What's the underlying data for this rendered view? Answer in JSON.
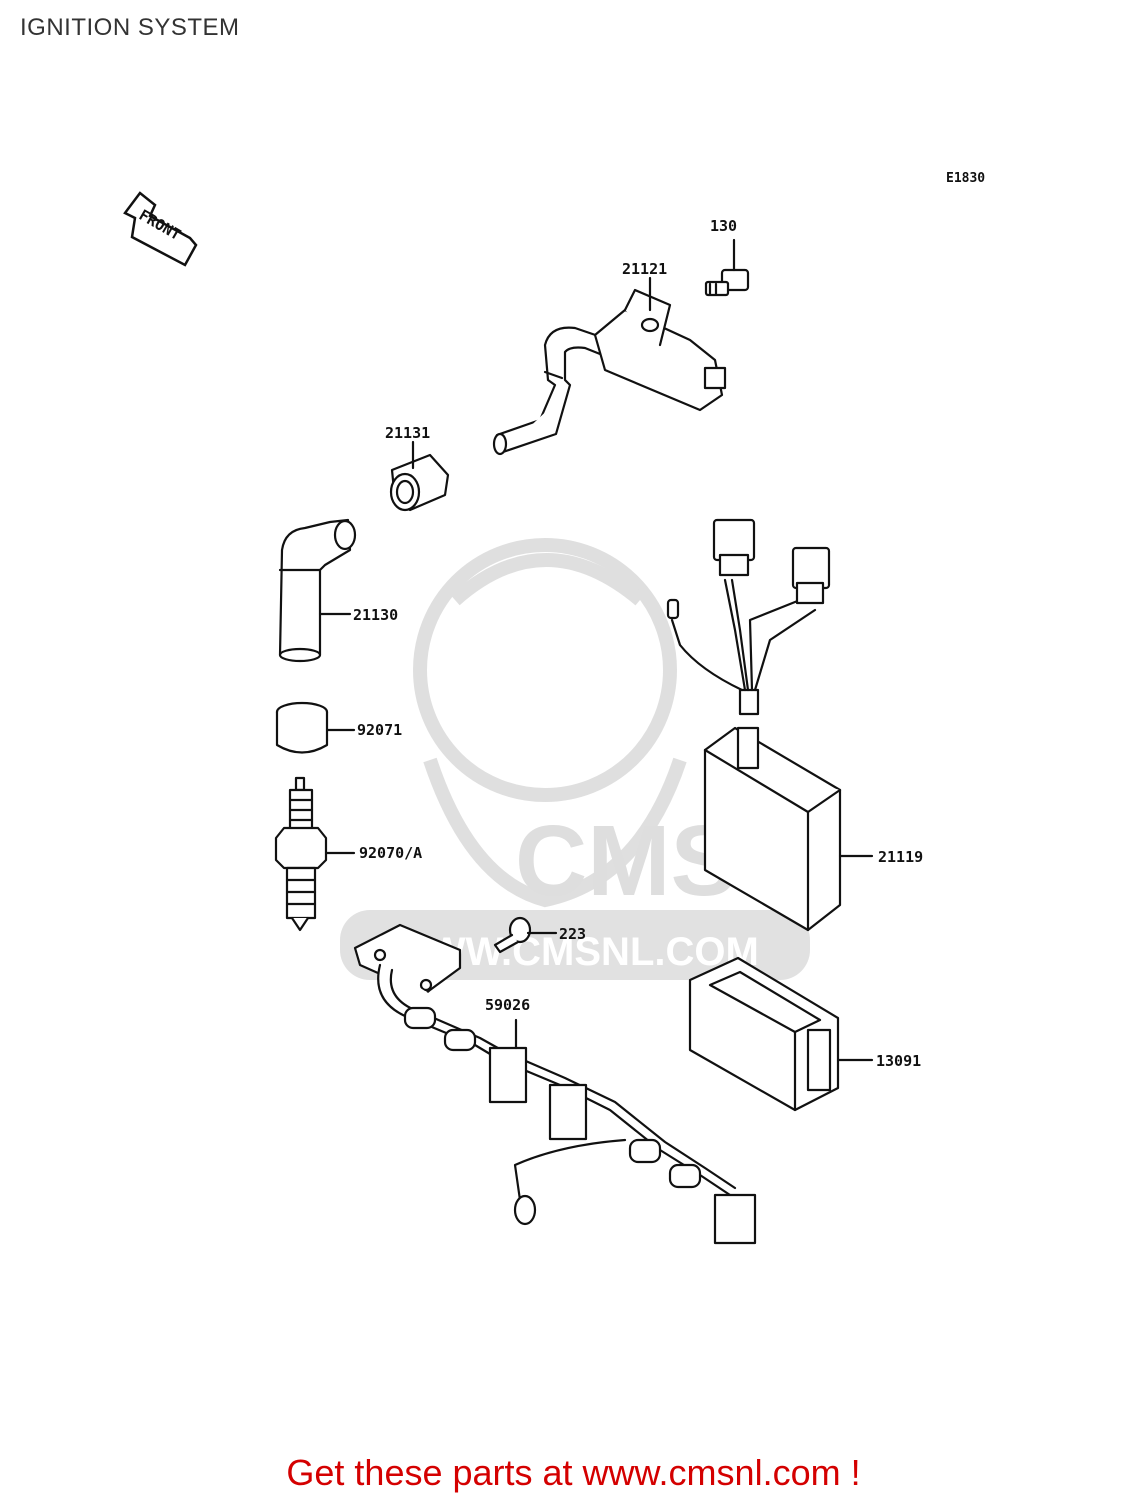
{
  "page": {
    "title": "IGNITION SYSTEM",
    "diagram_code": "E1830",
    "footer_text": "Get these parts at www.cmsnl.com !"
  },
  "front_arrow": {
    "label": "FRONT"
  },
  "watermark": {
    "brand": "CMS",
    "url": "WWW.CMSNL.COM"
  },
  "parts": [
    {
      "id": "130",
      "label": "130"
    },
    {
      "id": "21121",
      "label": "21121"
    },
    {
      "id": "21131",
      "label": "21131"
    },
    {
      "id": "21130",
      "label": "21130"
    },
    {
      "id": "92071",
      "label": "92071"
    },
    {
      "id": "92070A",
      "label": "92070/A"
    },
    {
      "id": "21119",
      "label": "21119"
    },
    {
      "id": "223",
      "label": "223"
    },
    {
      "id": "59026",
      "label": "59026"
    },
    {
      "id": "13091",
      "label": "13091"
    }
  ],
  "colors": {
    "footer": "#d40000",
    "line": "#111111",
    "watermark": "#d9d9d9"
  }
}
